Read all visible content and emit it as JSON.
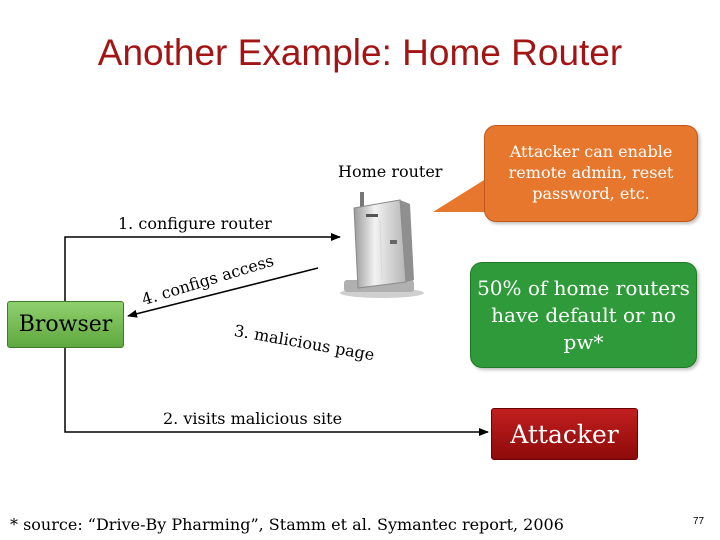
{
  "title": "Another Example: Home Router",
  "labels": {
    "home_router": "Home router",
    "step1": "1. configure router",
    "step2": "2. visits malicious site",
    "step3": "3. malicious page",
    "step4": "4. configs access"
  },
  "nodes": {
    "browser": "Browser",
    "attacker": "Attacker"
  },
  "callout": {
    "text": "Attacker can enable remote admin, reset password, etc.",
    "color": "#e8772e"
  },
  "stat_box": {
    "text": "50% of home routers have default or no pw*",
    "color": "#2f9a3a"
  },
  "footnote": "* source: “Drive-By Pharming”, Stamm et al. Symantec report, 2006",
  "page_number": "77"
}
